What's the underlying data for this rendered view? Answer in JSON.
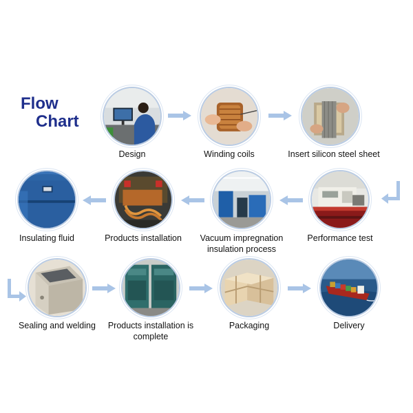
{
  "title_line1": "Flow",
  "title_line2": "Chart",
  "steps": [
    {
      "label": "Design",
      "icon": "designer-at-computer-icon"
    },
    {
      "label": "Winding coils",
      "icon": "coil-winding-icon"
    },
    {
      "label": "Insert silicon steel sheet",
      "icon": "steel-sheet-insertion-icon"
    },
    {
      "label": "Performance test",
      "icon": "test-equipment-icon"
    },
    {
      "label": "Vacuum impregnation insulation process",
      "icon": "vacuum-tank-icon"
    },
    {
      "label": "Products installation",
      "icon": "product-assembly-icon"
    },
    {
      "label": "Insulating fluid",
      "icon": "oil-barrel-icon"
    },
    {
      "label": "Sealing and welding",
      "icon": "welded-tank-icon"
    },
    {
      "label": "Products installation is complete",
      "icon": "finished-transformer-icon"
    },
    {
      "label": "Packaging",
      "icon": "wooden-crates-icon"
    },
    {
      "label": "Delivery",
      "icon": "cargo-ship-icon"
    }
  ],
  "colors": {
    "title": "#1f2f8c",
    "arrow": "#a9c4e6",
    "ring": "#b9cbe3"
  }
}
